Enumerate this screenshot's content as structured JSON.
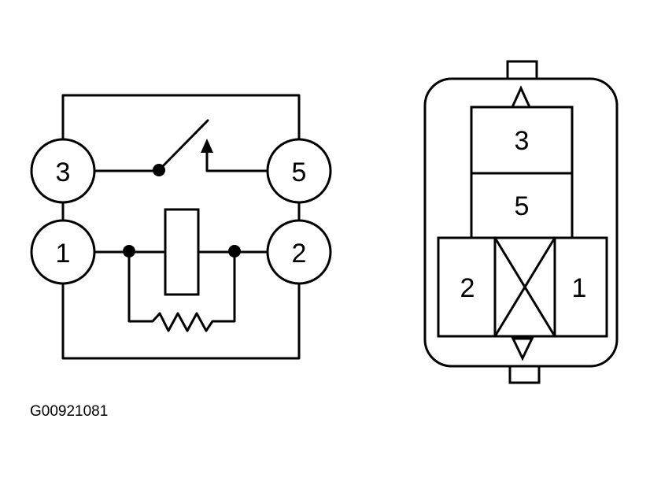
{
  "schematic": {
    "terminals": {
      "t3": "3",
      "t5": "5",
      "t1": "1",
      "t2": "2"
    }
  },
  "connector_view": {
    "cavities": {
      "c3": "3",
      "c5": "5",
      "c2": "2",
      "c1": "1"
    }
  },
  "figure_id": "G00921081",
  "colors": {
    "line": "#000000",
    "background": "#ffffff"
  }
}
